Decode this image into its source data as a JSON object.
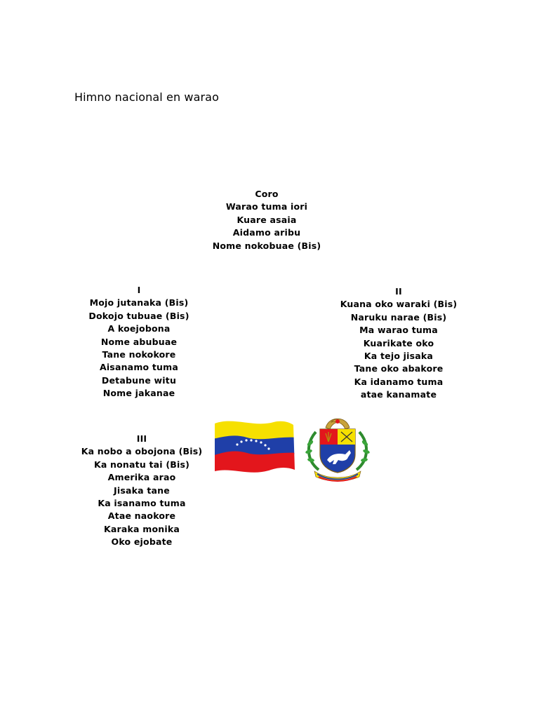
{
  "document": {
    "title": "Himno nacional en warao"
  },
  "coro": {
    "heading": "Coro",
    "lines": [
      "Warao tuma iori",
      "Kuare asaia",
      "Aidamo aribu",
      "Nome nokobuae (Bis)"
    ]
  },
  "verse1": {
    "heading": "I",
    "lines": [
      "Mojo jutanaka (Bis)",
      "Dokojo tubuae (Bis)",
      "A koejobona",
      "Nome abubuae",
      "Tane nokokore",
      "Aisanamo tuma",
      "Detabune witu",
      "Nome jakanae"
    ]
  },
  "verse2": {
    "heading": "II",
    "lines": [
      "Kuana oko waraki (Bis)",
      "Naruku narae (Bis)",
      "Ma warao tuma",
      "Kuarikate oko",
      "Ka tejo jisaka",
      "Tane oko abakore",
      "Ka idanamo tuma",
      "atae kanamate"
    ]
  },
  "verse3": {
    "heading": "III",
    "lines": [
      "Ka nobo a obojona (Bis)",
      "Ka nonatu tai (Bis)",
      "Amerika arao",
      "Jisaka tane",
      "Ka isanamo tuma",
      "Atae naokore",
      "Karaka monika",
      "Oko ejobate"
    ]
  },
  "images": {
    "flag": "venezuela-flag",
    "coat_of_arms": "venezuela-coat-of-arms",
    "colors": {
      "yellow": "#f6e000",
      "blue": "#1f3fa8",
      "red": "#e3161c"
    }
  }
}
